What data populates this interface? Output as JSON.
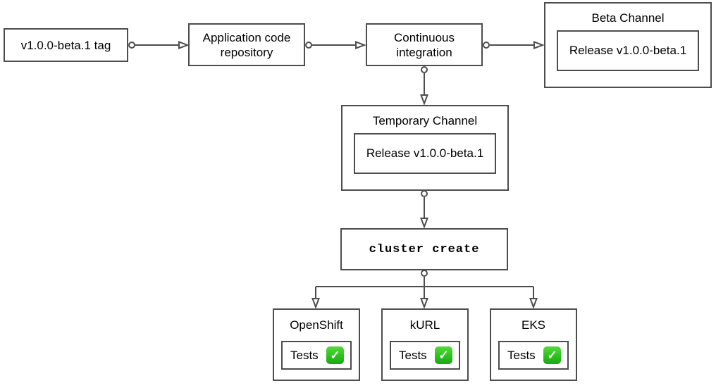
{
  "diagram": {
    "background": "#ffffff",
    "colors": {
      "line_and_border": "#4d4d4d",
      "text": "#000000",
      "check_green": "#2cc21e"
    },
    "nodes": {
      "tag": {
        "label": "v1.0.0-beta.1 tag"
      },
      "app_repo": {
        "label": "Application code repository"
      },
      "ci": {
        "label": "Continuous integration"
      },
      "beta_channel": {
        "title": "Beta Channel",
        "release": "Release v1.0.0-beta.1"
      },
      "temp_channel": {
        "title": "Temporary Channel",
        "release": "Release v1.0.0-beta.1"
      },
      "cluster_create": {
        "label": "cluster create"
      },
      "clusters": [
        {
          "name": "OpenShift",
          "tests_label": "Tests"
        },
        {
          "name": "kURL",
          "tests_label": "Tests"
        },
        {
          "name": "EKS",
          "tests_label": "Tests"
        }
      ]
    },
    "icons": {
      "check": "✓"
    }
  }
}
